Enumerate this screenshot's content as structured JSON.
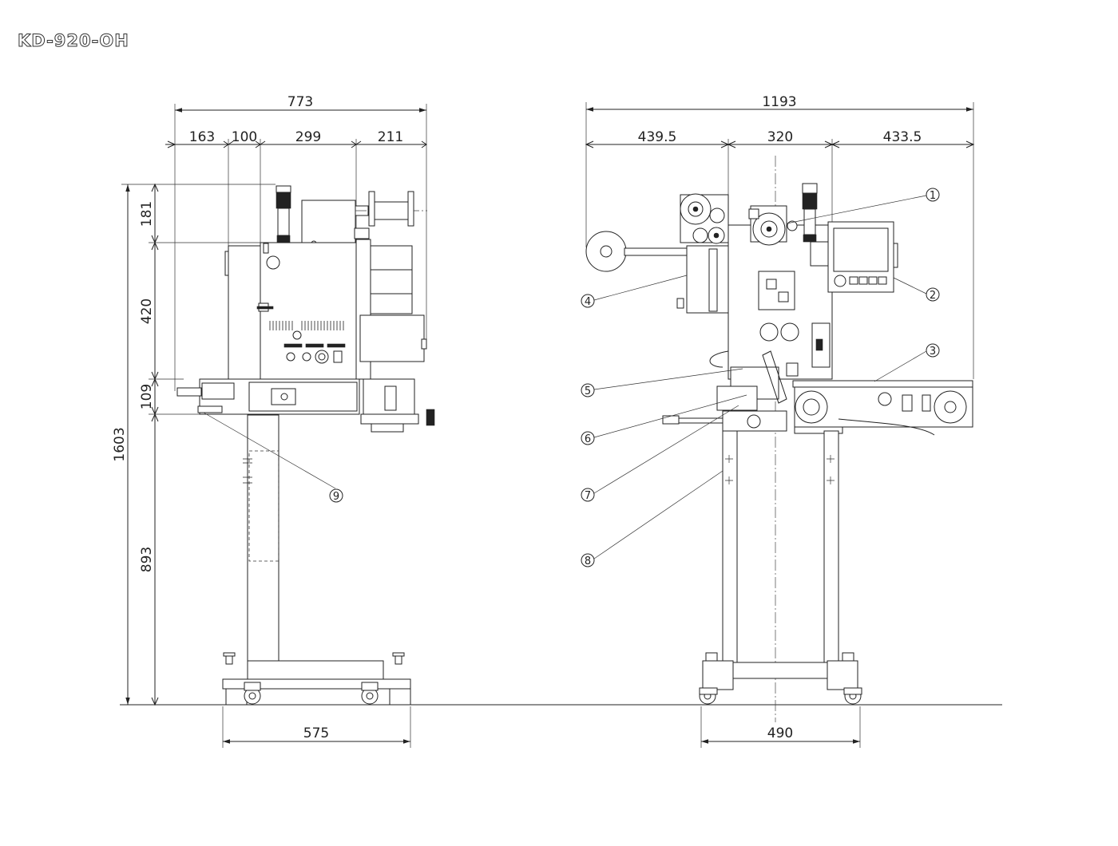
{
  "title": "KD-920-OH",
  "side_view": {
    "overall_width": "773",
    "segment_widths": [
      "163",
      "100",
      "299",
      "211"
    ],
    "heights": [
      "181",
      "420",
      "109",
      "893"
    ],
    "overall_height": "1603",
    "base_width": "575",
    "callouts": [
      "9"
    ]
  },
  "front_view": {
    "overall_width": "1193",
    "segment_widths": [
      "439.5",
      "320",
      "433.5"
    ],
    "base_width": "490",
    "callouts": [
      "1",
      "2",
      "3",
      "4",
      "5",
      "6",
      "7",
      "8"
    ]
  }
}
